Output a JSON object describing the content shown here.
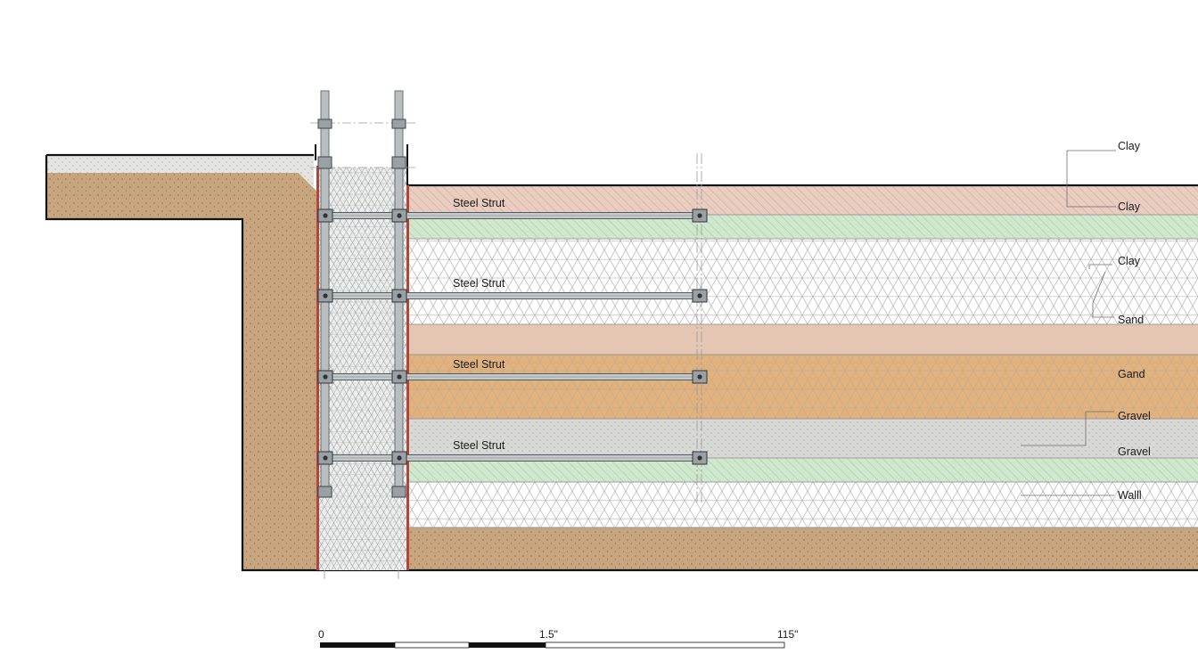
{
  "colors": {
    "soil_brown": "#c7a57e",
    "clay_pink": "#e9cdc1",
    "green_layer": "#cfe7cd",
    "sand_pink": "#e5c6b3",
    "sand_orange": "#e3b27c",
    "gravel_grey": "#d8d8d6",
    "wall_red": "#b0453a",
    "concrete": "#e9ecec",
    "strut_grey": "#8f9598"
  },
  "struts": [
    {
      "label": "Steel Strut"
    },
    {
      "label": "Steel Strut"
    },
    {
      "label": "Steel Strut"
    },
    {
      "label": "Steel Strut"
    }
  ],
  "layer_labels": [
    {
      "text": "Clay"
    },
    {
      "text": "Clay"
    },
    {
      "text": "Clay"
    },
    {
      "text": "Sand"
    },
    {
      "text": "Gand"
    },
    {
      "text": "Gravel"
    },
    {
      "text": "Gravel"
    },
    {
      "text": "Walll"
    }
  ],
  "scale_bar": {
    "labels": [
      "0",
      "1.5\"",
      "115\""
    ]
  }
}
